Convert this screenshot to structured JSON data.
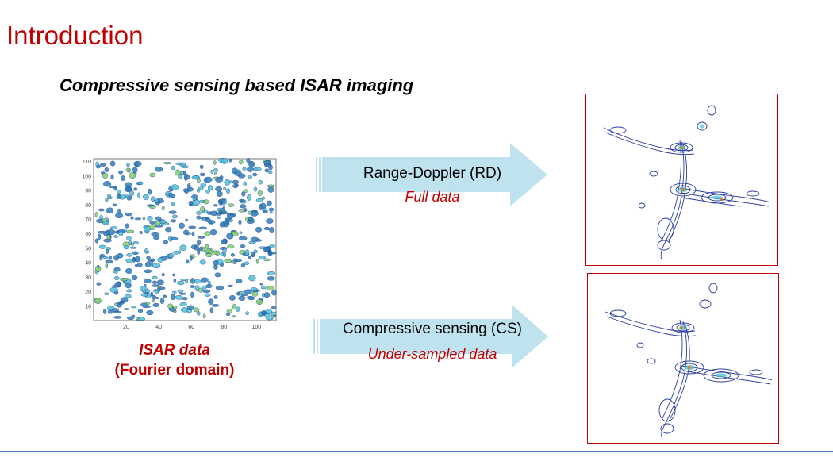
{
  "slide": {
    "title": "Introduction",
    "subtitle": "Compressive sensing based ISAR imaging"
  },
  "isar_data": {
    "caption_line1": "ISAR data",
    "caption_line2": "(Fourier domain)",
    "y_ticks": [
      "10",
      "20",
      "30",
      "40",
      "50",
      "60",
      "70",
      "80",
      "90",
      "100",
      "110"
    ],
    "x_ticks": [
      "20",
      "40",
      "60",
      "80",
      "100"
    ]
  },
  "arrows": [
    {
      "label": "Range-Doppler (RD)",
      "sub": "Full data"
    },
    {
      "label": "Compressive sensing (CS)",
      "sub": "Under-sampled data"
    }
  ],
  "colors": {
    "title": "#c00000",
    "rule": "#4f81bd",
    "arrow_fill": "#bfe3ee",
    "box_border": "#c00000"
  }
}
